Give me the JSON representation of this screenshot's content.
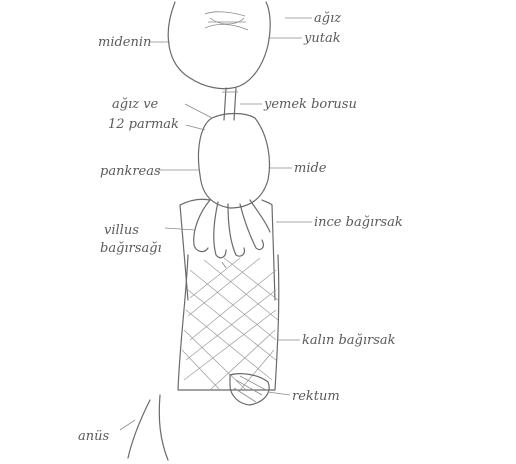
{
  "labels": {
    "mouth": "ağız",
    "pharynx": "yutak",
    "esophagus": "yemek borusu",
    "gut_left_top": "midenin",
    "stomach_left": "ağız ve",
    "duodenum_left": "12 parmak",
    "duodenum_note": "bağırsağı",
    "stomach_right": "mide",
    "pancreas": "pankreas",
    "villi": "villus",
    "small_intestine": "ince bağırsak",
    "large_intestine": "kalın bağırsak",
    "rectum": "rektum",
    "anus": "anüs"
  }
}
